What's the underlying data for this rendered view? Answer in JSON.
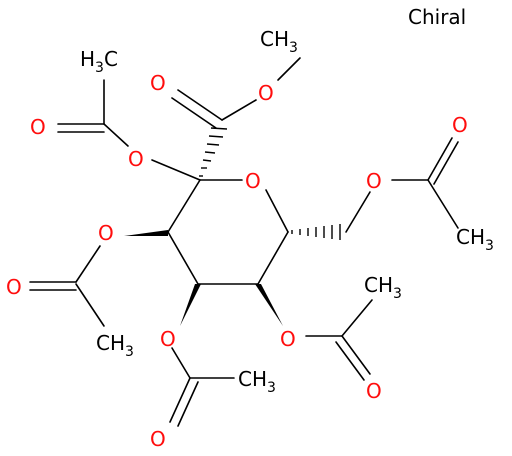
{
  "molecule": {
    "chiral_flag": "Chiral",
    "label_O": "O",
    "label_CH3_base": "CH",
    "label_CH3_sub": "3",
    "label_H3C_base": "H",
    "label_H3C_sub": "3",
    "label_H3C_tail": "C"
  },
  "colors": {
    "oxygen": "#ff0d0d",
    "carbon": "#000000"
  }
}
